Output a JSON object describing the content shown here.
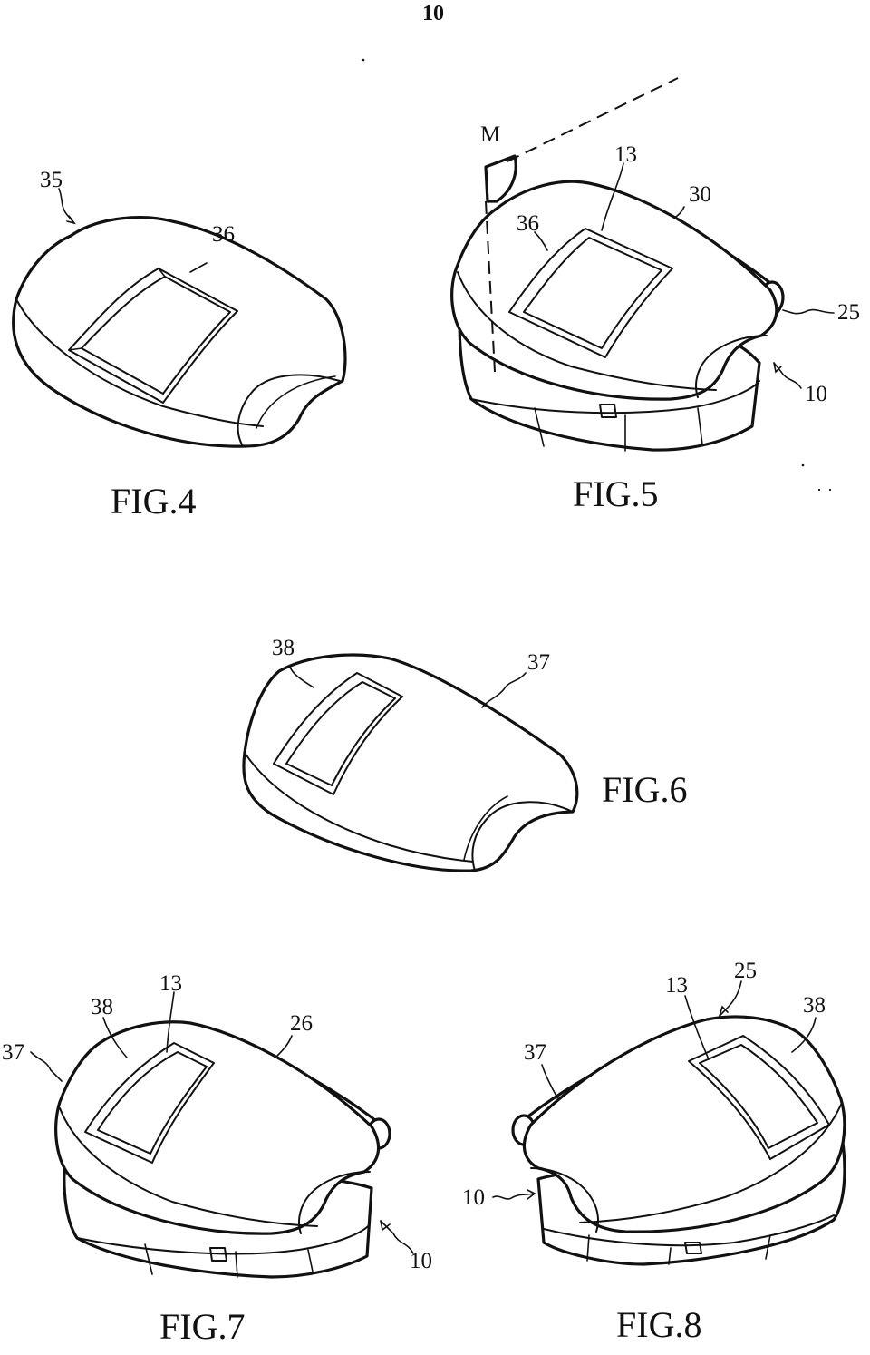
{
  "page_number": "10",
  "figures": [
    {
      "id": "fig4",
      "caption": "FIG.4",
      "refs": [
        "35",
        "36"
      ]
    },
    {
      "id": "fig5",
      "caption": "FIG.5",
      "refs": [
        "M",
        "13",
        "30",
        "36",
        "25",
        "10"
      ]
    },
    {
      "id": "fig6",
      "caption": "FIG.6",
      "refs": [
        "38",
        "37"
      ]
    },
    {
      "id": "fig7",
      "caption": "FIG.7",
      "refs": [
        "13",
        "38",
        "26",
        "37",
        "10"
      ]
    },
    {
      "id": "fig8",
      "caption": "FIG.8",
      "refs": [
        "13",
        "25",
        "38",
        "37",
        "10"
      ]
    }
  ]
}
